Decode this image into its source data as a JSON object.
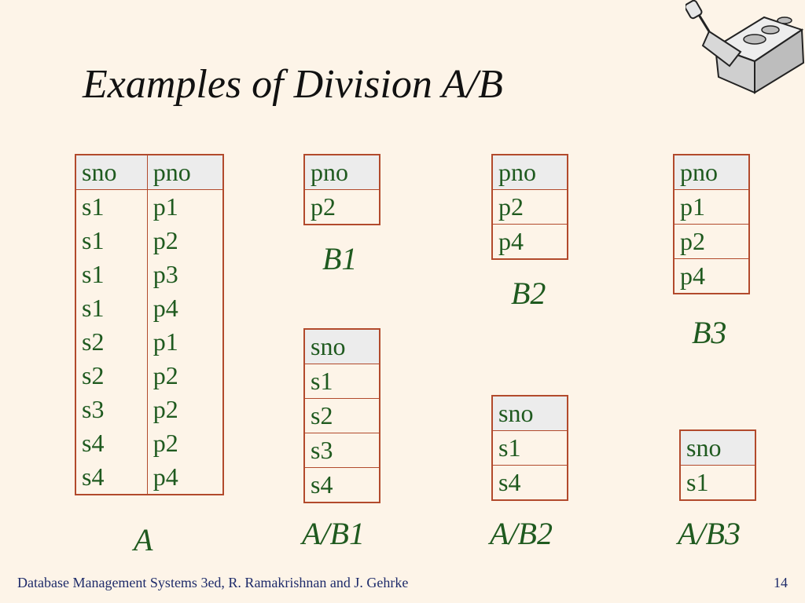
{
  "title": "Examples of Division A/B",
  "tables": {
    "A": {
      "headers": [
        "sno",
        "pno"
      ],
      "rows": [
        [
          "s1",
          "p1"
        ],
        [
          "s1",
          "p2"
        ],
        [
          "s1",
          "p3"
        ],
        [
          "s1",
          "p4"
        ],
        [
          "s2",
          "p1"
        ],
        [
          "s2",
          "p2"
        ],
        [
          "s3",
          "p2"
        ],
        [
          "s4",
          "p2"
        ],
        [
          "s4",
          "p4"
        ]
      ],
      "caption": "A"
    },
    "B1": {
      "header": "pno",
      "rows": [
        "p2"
      ],
      "caption": "B1"
    },
    "B2": {
      "header": "pno",
      "rows": [
        "p2",
        "p4"
      ],
      "caption": "B2"
    },
    "B3": {
      "header": "pno",
      "rows": [
        "p1",
        "p2",
        "p4"
      ],
      "caption": "B3"
    },
    "AB1": {
      "header": "sno",
      "rows": [
        "s1",
        "s2",
        "s3",
        "s4"
      ],
      "caption": "A/B1"
    },
    "AB2": {
      "header": "sno",
      "rows": [
        "s1",
        "s4"
      ],
      "caption": "A/B2"
    },
    "AB3": {
      "header": "sno",
      "rows": [
        "s1"
      ],
      "caption": "A/B3"
    }
  },
  "footer": "Database Management Systems 3ed,  R. Ramakrishnan and J. Gehrke",
  "page_number": "14",
  "logo_icon": "brick-trowel-icon"
}
